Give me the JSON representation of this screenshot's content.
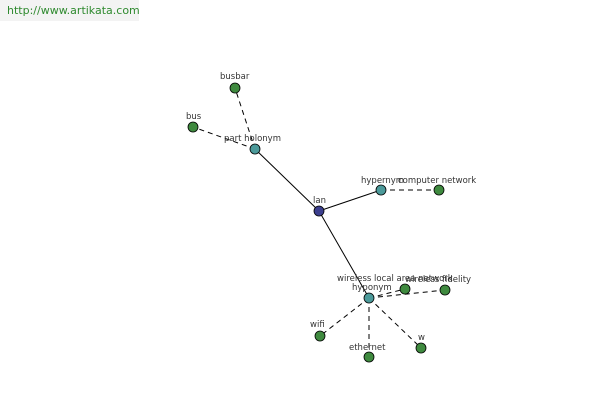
{
  "banner": {
    "url": "http://www.artikata.com"
  },
  "colors": {
    "center_node": "#3c3f8e",
    "relation_node": "#4c9a9a",
    "term_node": "#3f8a3f",
    "banner_bg": "#f3f3f3",
    "banner_text": "#2f8a2f"
  },
  "graph": {
    "nodes": [
      {
        "id": "lan",
        "label": "lan",
        "kind": "center"
      },
      {
        "id": "part_holonym",
        "label": "part holonym",
        "kind": "relation"
      },
      {
        "id": "hypernym",
        "label": "hypernym",
        "kind": "relation"
      },
      {
        "id": "hyponym",
        "label": "hyponym",
        "kind": "relation"
      },
      {
        "id": "busbar",
        "label": "busbar",
        "kind": "term"
      },
      {
        "id": "bus",
        "label": "bus",
        "kind": "term"
      },
      {
        "id": "computer_network",
        "label": "computer network",
        "kind": "term"
      },
      {
        "id": "wireless_lan",
        "label": "wireless local area network",
        "kind": "term"
      },
      {
        "id": "wireless_fidelity",
        "label": "wireless fidelity",
        "kind": "term"
      },
      {
        "id": "wifi",
        "label": "wifi",
        "kind": "term"
      },
      {
        "id": "ethernet",
        "label": "ethernet",
        "kind": "term"
      },
      {
        "id": "w",
        "label": "w",
        "kind": "term"
      }
    ],
    "edges": [
      {
        "from": "lan",
        "to": "part_holonym",
        "style": "solid"
      },
      {
        "from": "lan",
        "to": "hypernym",
        "style": "solid"
      },
      {
        "from": "lan",
        "to": "hyponym",
        "style": "solid"
      },
      {
        "from": "part_holonym",
        "to": "busbar",
        "style": "dashed"
      },
      {
        "from": "part_holonym",
        "to": "bus",
        "style": "dashed"
      },
      {
        "from": "hypernym",
        "to": "computer_network",
        "style": "dashed"
      },
      {
        "from": "hyponym",
        "to": "wireless_lan",
        "style": "dashed"
      },
      {
        "from": "hyponym",
        "to": "wireless_fidelity",
        "style": "dashed"
      },
      {
        "from": "hyponym",
        "to": "wifi",
        "style": "dashed"
      },
      {
        "from": "hyponym",
        "to": "ethernet",
        "style": "dashed"
      },
      {
        "from": "hyponym",
        "to": "w",
        "style": "dashed"
      }
    ]
  }
}
